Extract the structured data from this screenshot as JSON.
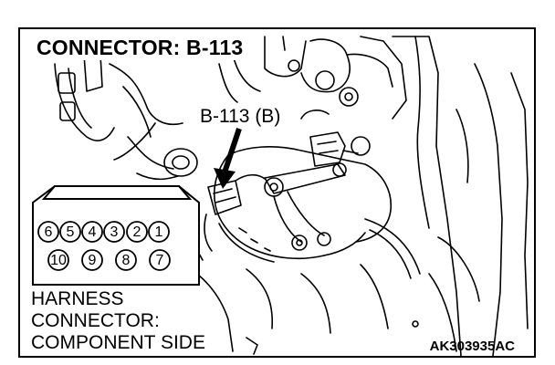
{
  "title": "CONNECTOR: B-113",
  "callout_label": "B-113 (B)",
  "connector_pins": {
    "top_row": [
      "6",
      "5",
      "4",
      "3",
      "2",
      "1"
    ],
    "bottom_row": [
      "10",
      "9",
      "8",
      "7"
    ]
  },
  "view_note": {
    "line1": "HARNESS",
    "line2": "CONNECTOR:",
    "line3": "COMPONENT SIDE"
  },
  "figure_id": "AK303935AC"
}
